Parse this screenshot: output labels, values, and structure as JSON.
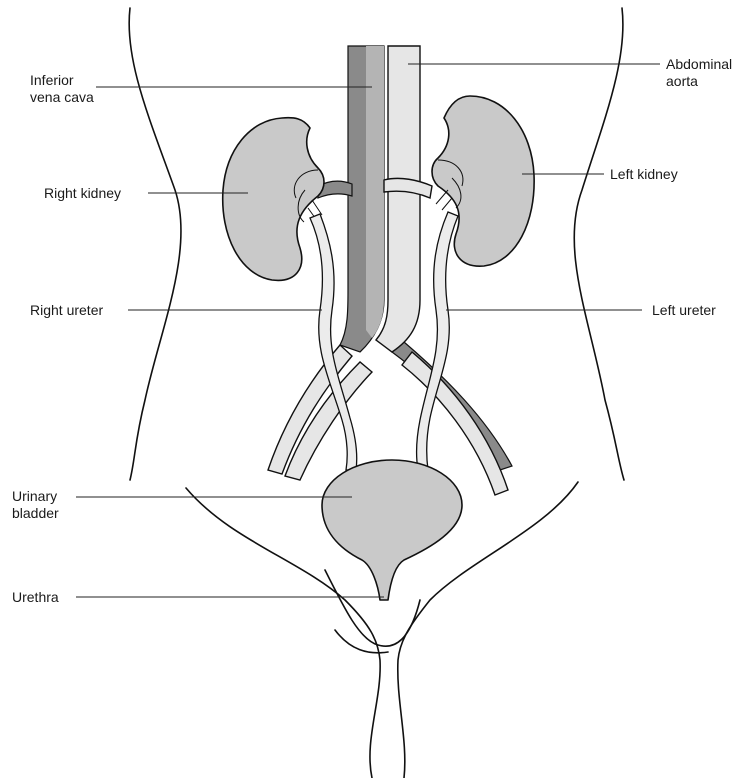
{
  "labels": {
    "inferior_vena_cava": [
      "Inferior",
      "vena cava"
    ],
    "abdominal_aorta": [
      "Abdominal",
      "aorta"
    ],
    "right_kidney": "Right kidney",
    "left_kidney": "Left kidney",
    "right_ureter": "Right ureter",
    "left_ureter": "Left ureter",
    "urinary_bladder": [
      "Urinary",
      "bladder"
    ],
    "urethra": "Urethra"
  },
  "colors": {
    "organ_fill": "#c9c9c9",
    "vena_cava_fill": "#8a8a8a",
    "aorta_fill": "#e6e6e6",
    "outline": "#111111"
  }
}
